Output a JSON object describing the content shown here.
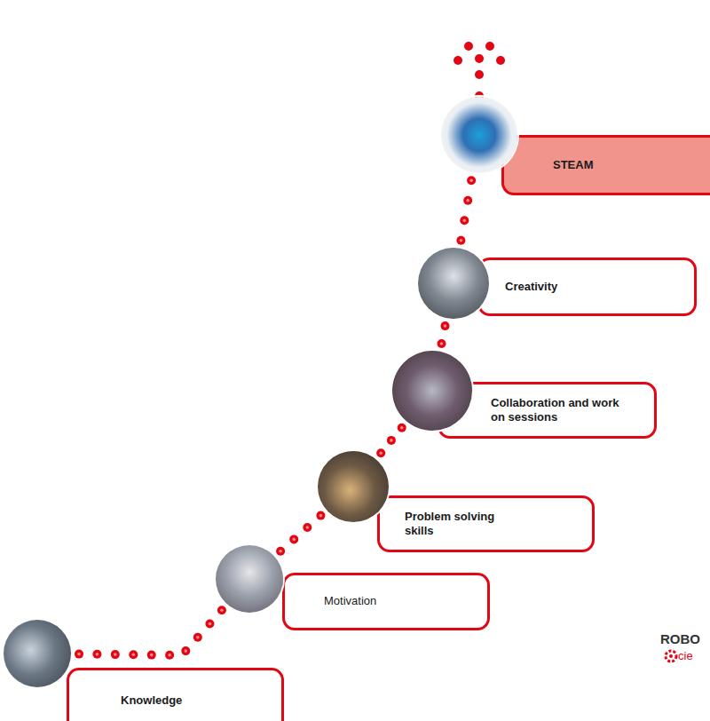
{
  "diagram": {
    "nodes": [
      {
        "text": [
          "Knowledge"
        ]
      },
      {
        "text": [
          "Motivation"
        ]
      },
      {
        "text": [
          "Problem solving skills"
        ]
      },
      {
        "text": [
          "Collaboration and work on sessions"
        ]
      },
      {
        "text": [
          "Creativity"
        ]
      },
      {
        "text": [
          "STEAM"
        ]
      }
    ],
    "edges": [
      {
        "from": 0,
        "to": 1,
        "arrow": "none"
      },
      {
        "from": 1,
        "to": 2,
        "arrow": "none"
      },
      {
        "from": 2,
        "to": 3,
        "arrow": "none"
      },
      {
        "from": 3,
        "to": 4,
        "arrow": "none"
      },
      {
        "from": 4,
        "to": 5,
        "arrow": "none"
      }
    ],
    "labels": [
      "ROBO",
      "cie"
    ]
  }
}
